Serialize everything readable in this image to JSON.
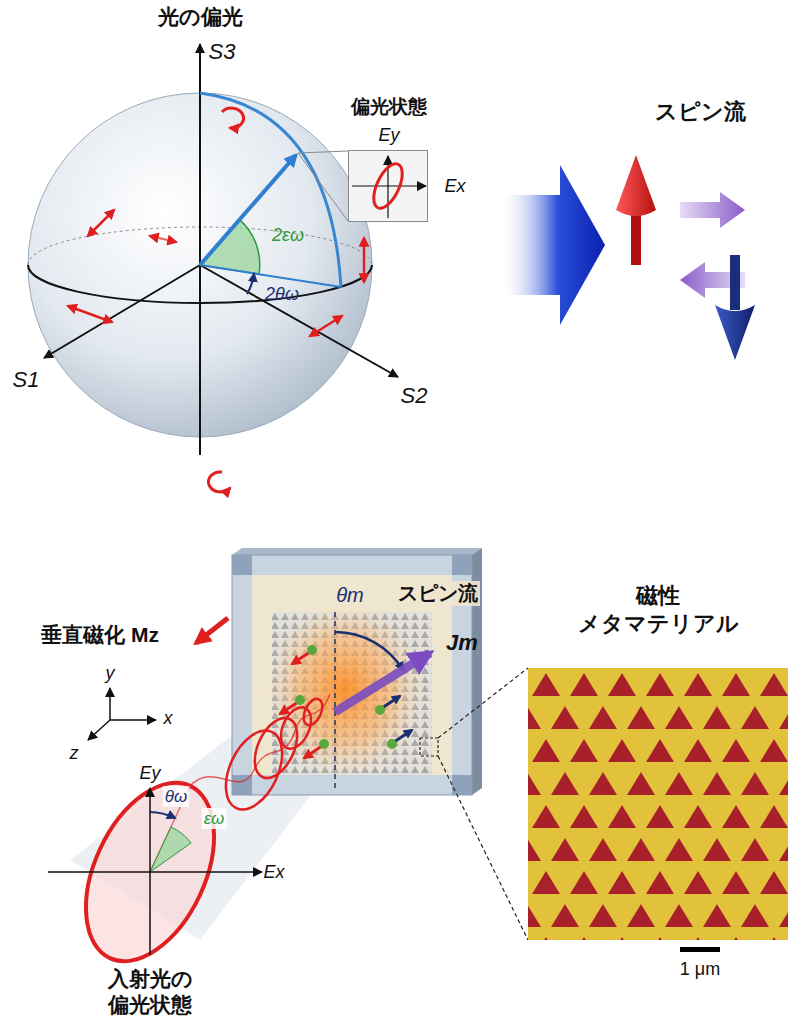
{
  "diagram": {
    "nodes": [
      {
        "text": [
          "偏光状態",
          "Ey",
          "Ex"
        ]
      },
      {
        "text": [
          "θm",
          "スピン流",
          "Jm"
        ]
      },
      {
        "text": [
          "磁性 メタマテリアル"
        ]
      }
    ],
    "labels": [
      "光の偏光",
      "S3",
      "2εω",
      "2θω",
      "S1",
      "S2",
      "スピン流",
      "垂直磁化 Mz",
      "y",
      "x",
      "z",
      "Ey",
      "θω",
      "εω",
      "Ex",
      "入射光の 偏光状態",
      "1 μm"
    ]
  }
}
